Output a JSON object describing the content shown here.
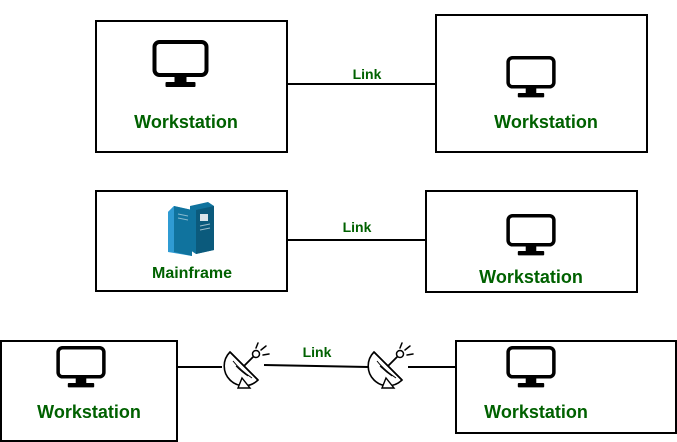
{
  "colors": {
    "label": "#006100",
    "stroke": "#000000",
    "mainframe_dark": "#10739e",
    "mainframe_light": "#2f9bd3"
  },
  "rows": [
    {
      "left": {
        "label": "Workstation",
        "icon": "monitor-icon"
      },
      "link": {
        "label": "Link"
      },
      "right": {
        "label": "Workstation",
        "icon": "monitor-icon"
      }
    },
    {
      "left": {
        "label": "Mainframe",
        "icon": "mainframe-icon"
      },
      "link": {
        "label": "Link"
      },
      "right": {
        "label": "Workstation",
        "icon": "monitor-icon"
      }
    },
    {
      "left": {
        "label": "Workstation",
        "icon": "monitor-icon"
      },
      "link": {
        "label": "Link",
        "endpoints_icon": "satellite-dish-icon"
      },
      "right": {
        "label": "Workstation",
        "icon": "monitor-icon"
      }
    }
  ]
}
